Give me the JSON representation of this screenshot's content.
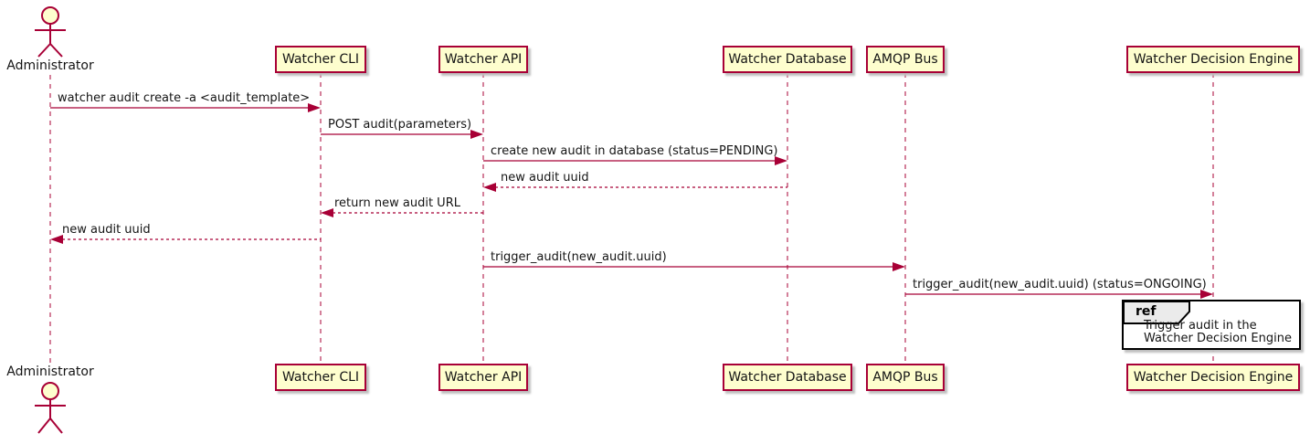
{
  "diagram_type": "sequence-diagram",
  "colors": {
    "line": "#A80036",
    "participant_fill": "#FEFECE",
    "text": "#141414",
    "ref_border": "#000000",
    "ref_tab_fill": "#EBEBEB"
  },
  "actor": {
    "name": "Administrator"
  },
  "participants": [
    {
      "name": "Watcher CLI"
    },
    {
      "name": "Watcher API"
    },
    {
      "name": "Watcher Database"
    },
    {
      "name": "AMQP Bus"
    },
    {
      "name": "Watcher Decision Engine"
    }
  ],
  "messages": [
    {
      "from": "Administrator",
      "to": "Watcher CLI",
      "label": "watcher audit create -a <audit_template>",
      "line": "solid"
    },
    {
      "from": "Watcher CLI",
      "to": "Watcher API",
      "label": "POST audit(parameters)",
      "line": "solid"
    },
    {
      "from": "Watcher API",
      "to": "Watcher Database",
      "label": "create new audit in database (status=PENDING)",
      "line": "solid"
    },
    {
      "from": "Watcher Database",
      "to": "Watcher API",
      "label": "new audit uuid",
      "line": "dashed"
    },
    {
      "from": "Watcher API",
      "to": "Watcher CLI",
      "label": "return new audit URL",
      "line": "dashed"
    },
    {
      "from": "Watcher CLI",
      "to": "Administrator",
      "label": "new audit uuid",
      "line": "dashed"
    },
    {
      "from": "Watcher API",
      "to": "AMQP Bus",
      "label": "trigger_audit(new_audit.uuid)",
      "line": "solid"
    },
    {
      "from": "AMQP Bus",
      "to": "Watcher Decision Engine",
      "label": "trigger_audit(new_audit.uuid) (status=ONGOING)",
      "line": "solid"
    }
  ],
  "ref_fragment": {
    "keyword": "ref",
    "line1": "Trigger audit in the",
    "line2": "Watcher Decision Engine"
  }
}
